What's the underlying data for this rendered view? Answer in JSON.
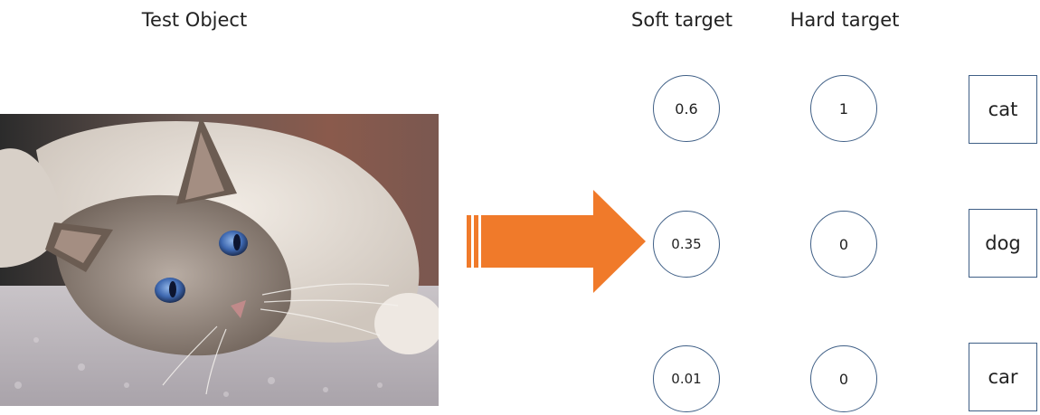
{
  "headings": {
    "test_object": "Test Object",
    "soft_target": "Soft target",
    "hard_target": "Hard target"
  },
  "image": {
    "subject": "cat-photo"
  },
  "arrow": {
    "color": "#f07a2a"
  },
  "soft_targets": [
    "0.6",
    "0.35",
    "0.01"
  ],
  "hard_targets": [
    "1",
    "0",
    "0"
  ],
  "classes": [
    "cat",
    "dog",
    "car"
  ],
  "colors": {
    "outline": "#3f5f86",
    "arrow": "#f07a2a"
  }
}
